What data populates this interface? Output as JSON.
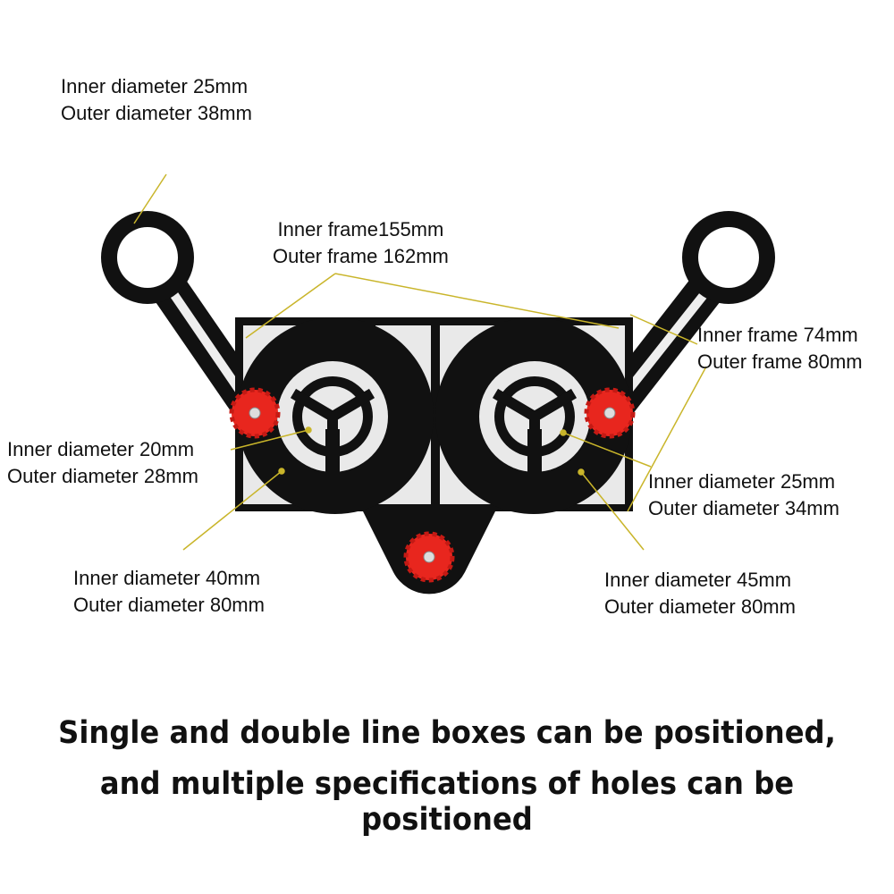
{
  "labels": {
    "top_ring": [
      "Inner diameter 25mm",
      "Outer diameter 38mm"
    ],
    "inner_frame_155": [
      "Inner frame155mm",
      "Outer frame 162mm"
    ],
    "inner_frame_74": [
      "Inner frame 74mm",
      "Outer frame 80mm"
    ],
    "left_small": [
      "Inner diameter 20mm",
      "Outer diameter 28mm"
    ],
    "right_small": [
      "Inner diameter 25mm",
      "Outer diameter 34mm"
    ],
    "left_large": [
      "Inner diameter 40mm",
      "Outer diameter 80mm"
    ],
    "right_large": [
      "Inner diameter 45mm",
      "Outer diameter 80mm"
    ]
  },
  "caption": [
    "Single and double line boxes can be positioned,",
    "and multiple specifications of holes can be positioned"
  ],
  "colors": {
    "plate": "#111111",
    "knob": "#e8261e",
    "leader": "#c9b52a"
  }
}
